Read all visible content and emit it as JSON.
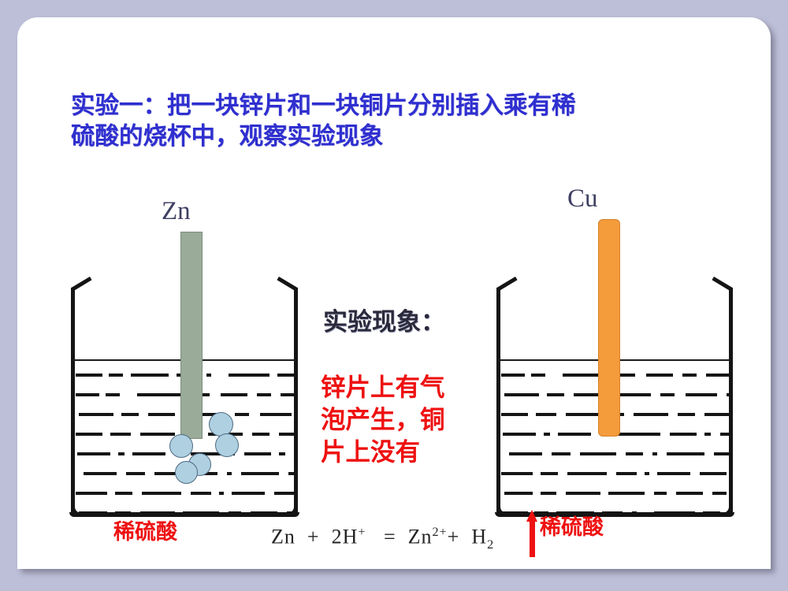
{
  "slide": {
    "background_color": "#bdbed7",
    "canvas_color": "#ffffff",
    "title_color": "#2f2fd0",
    "highlight_color": "#ee1111"
  },
  "title": {
    "line1": "实验一：把一块锌片和一块铜片分别插入乘有稀",
    "line2": "硫酸的烧杯中，观察实验现象"
  },
  "electrodes": {
    "zinc": {
      "label": "Zn",
      "color": "#9aab9a"
    },
    "copper": {
      "label": "Cu",
      "color": "#f49b3c"
    }
  },
  "observation": {
    "heading": "实验现象：",
    "line1": "锌片上有气",
    "line2": "泡产生，铜",
    "line3": "片上没有"
  },
  "equation": {
    "reactant1": "Zn",
    "plus1": "+",
    "reactant2_coeff": "2H",
    "reactant2_charge": "+",
    "equals": "=",
    "product1": "Zn",
    "product1_charge": "2+",
    "plus2": "+",
    "product2": "H",
    "product2_sub": "2"
  },
  "beakers": {
    "left": {
      "acid_label": "稀硫酸"
    },
    "right": {
      "acid_label": "稀硫酸"
    }
  },
  "chart_data": {
    "type": "diagram",
    "title": "实验一：把一块锌片和一块铜片分别插入乘有稀硫酸的烧杯中，观察实验现象",
    "setup": "two beakers of dilute sulfuric acid, one with a zinc strip, one with a copper strip",
    "items": [
      {
        "beaker": "left",
        "electrode": "Zn",
        "electrode_color": "#9aab9a",
        "solution": "稀硫酸",
        "bubbles": 5,
        "reaction": true
      },
      {
        "beaker": "right",
        "electrode": "Cu",
        "electrode_color": "#f49b3c",
        "solution": "稀硫酸",
        "bubbles": 0,
        "reaction": false
      }
    ],
    "observation": "锌片上有气泡产生，铜片上没有",
    "equation": "Zn + 2H+ = Zn2+ + H2"
  }
}
